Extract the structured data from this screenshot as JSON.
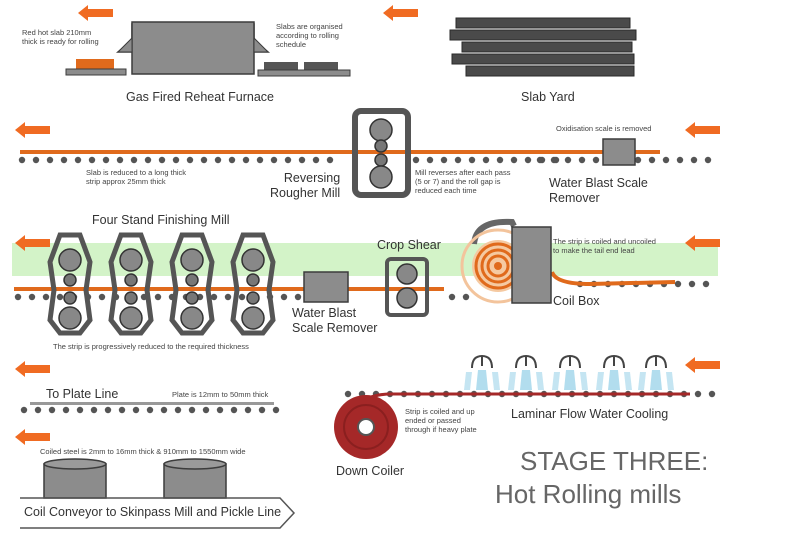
{
  "colors": {
    "steel": "#e06a1c",
    "arrow": "#f06b22",
    "equipment": "#8c8c8c",
    "equipment_stroke": "#3c3c3c",
    "coil_red": "#a52828",
    "roller": "#555555",
    "green_band": "#d3f3c8",
    "water": "#9fd4ea"
  },
  "labels": {
    "reheat_note": [
      "Red hot slab 210mm",
      "thick is ready for rolling"
    ],
    "slabs_note": [
      "Slabs are organised",
      "according to rolling",
      "schedule"
    ],
    "furnace": "Gas Fired Reheat Furnace",
    "slab_yard": "Slab Yard",
    "oxidisation_note": "Oxidisation scale is removed",
    "slab_reduced_note": [
      "Slab is reduced to a long thick",
      "strip approx 25mm thick"
    ],
    "rougher": [
      "Reversing",
      "Rougher Mill"
    ],
    "mill_reverses_note": [
      "Mill reverses after each pass",
      "(5 or 7) and the roll gap is",
      "reduced each time"
    ],
    "water_blast_1": [
      "Water Blast Scale",
      "Remover"
    ],
    "finishing_mill": "Four Stand Finishing Mill",
    "crop_shear": "Crop Shear",
    "coiled_uncoiled_note": [
      "The strip is coiled and uncoiled",
      "to make the tail end lead"
    ],
    "water_blast_2": [
      "Water Blast",
      "Scale Remover"
    ],
    "coil_box": "Coil Box",
    "progressive_note": "The strip is progressively reduced to the required thickness",
    "plate_line": "To Plate Line",
    "plate_note": "Plate is 12mm to 50mm thick",
    "laminar": "Laminar Flow Water Cooling",
    "coiled_steel_note": "Coiled steel is 2mm to 16mm thick & 910mm to 1550mm wide",
    "down_coiler_note": [
      "Strip is coiled and up",
      "ended or passed",
      "through if heavy plate"
    ],
    "down_coiler": "Down Coiler",
    "stage_title": "STAGE THREE:",
    "stage_subtitle": "Hot Rolling mills",
    "coil_conveyor": "Coil Conveyor to Skinpass Mill and Pickle Line"
  }
}
